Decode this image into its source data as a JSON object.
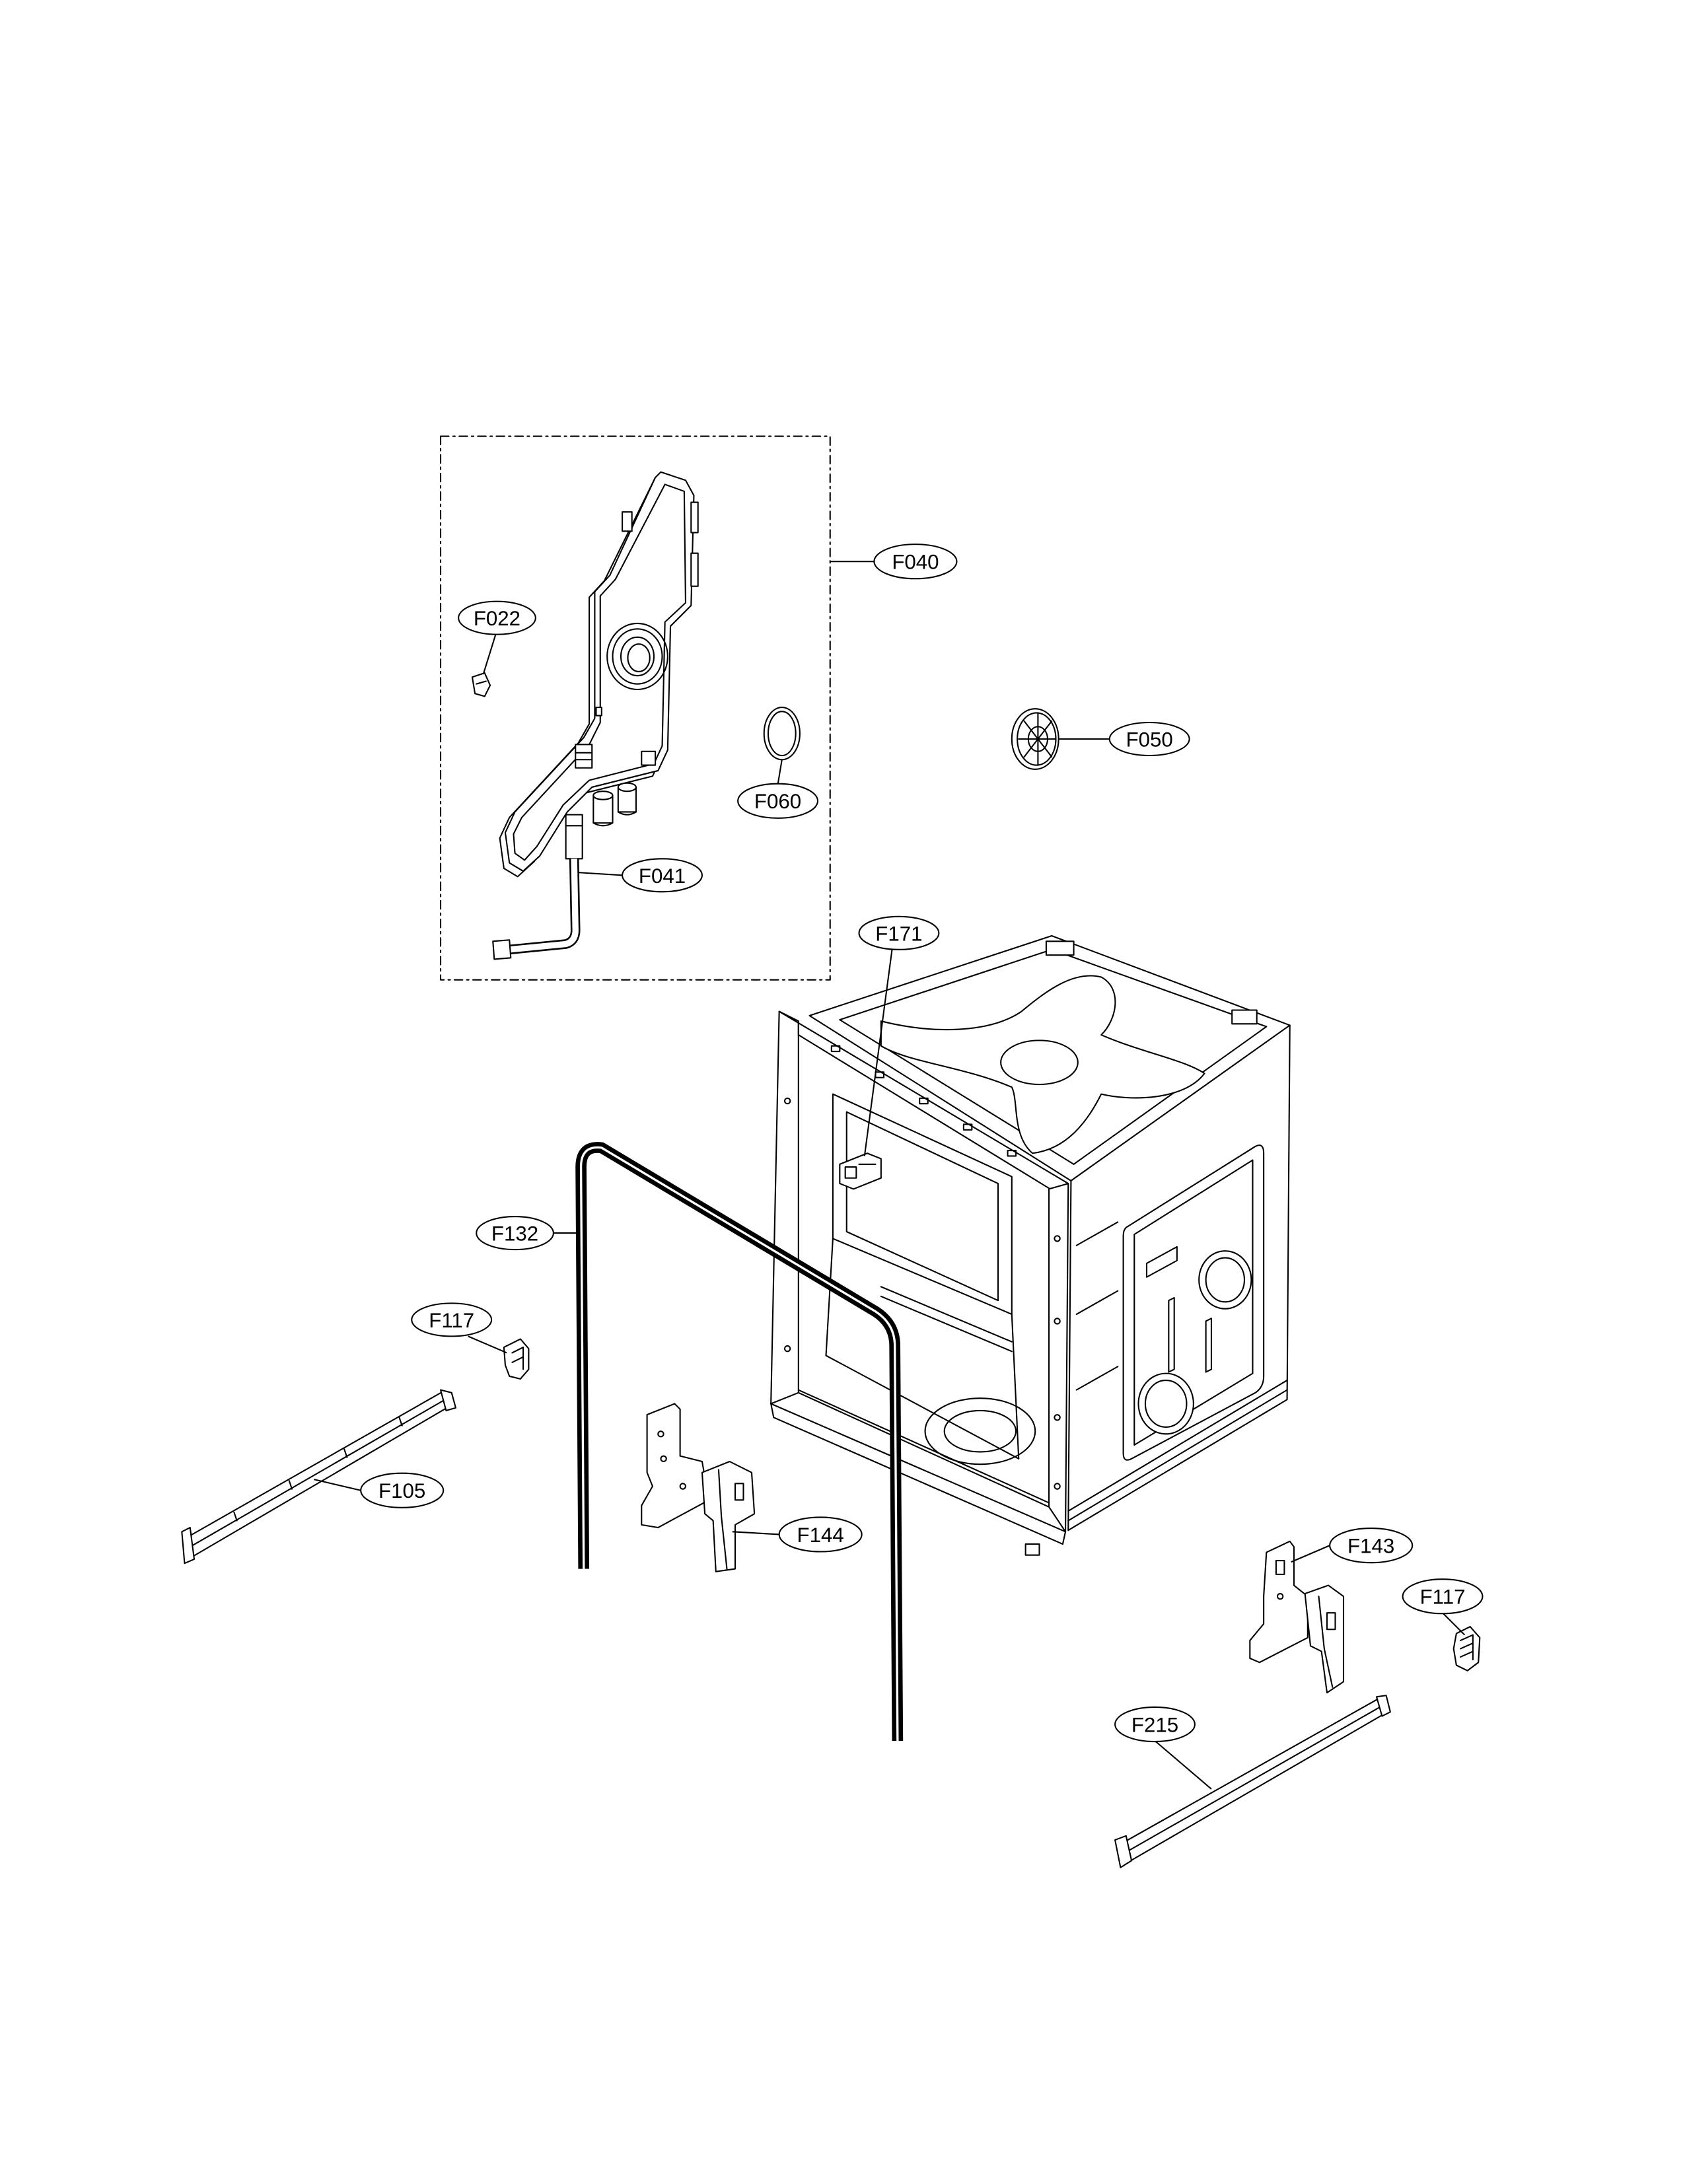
{
  "colors": {
    "line": "#000000",
    "background": "#ffffff"
  },
  "callouts": {
    "f040": "F040",
    "f022": "F022",
    "f060": "F060",
    "f050": "F050",
    "f041": "F041",
    "f171": "F171",
    "f132": "F132",
    "f117_left": "F117",
    "f105": "F105",
    "f144": "F144",
    "f143": "F143",
    "f117_right": "F117",
    "f215": "F215"
  }
}
